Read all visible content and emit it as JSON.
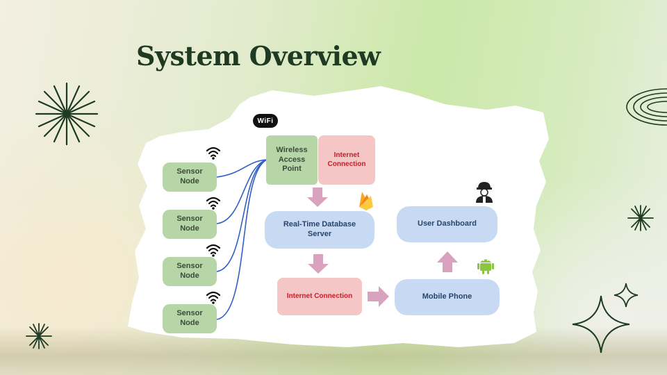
{
  "title": "System Overview",
  "diagram": {
    "sensor_nodes": [
      {
        "label": "Sensor\nNode"
      },
      {
        "label": "Sensor\nNode"
      },
      {
        "label": "Sensor\nNode"
      },
      {
        "label": "Sensor\nNode"
      }
    ],
    "wireless_access_point": "Wireless\nAccess\nPoint",
    "internet_connection_top": "Internet\nConnection",
    "realtime_db": "Real-Time Database\nServer",
    "internet_connection_bottom": "Internet Connection",
    "mobile_phone": "Mobile Phone",
    "user_dashboard": "User Dashboard",
    "wifi_badge": "WiFi"
  },
  "icons": [
    "wifi-icon",
    "wifi-logo-icon",
    "firebase-icon",
    "android-icon",
    "worker-icon",
    "sparkle-icon",
    "ring-icon"
  ],
  "colors": {
    "title": "#1e3a22",
    "node_green": "#b7d6a7",
    "node_pink": "#f4c6c6",
    "node_blue": "#c8daf3",
    "arrow_pink": "#d9a3bf",
    "link_blue": "#2f5fc4"
  }
}
